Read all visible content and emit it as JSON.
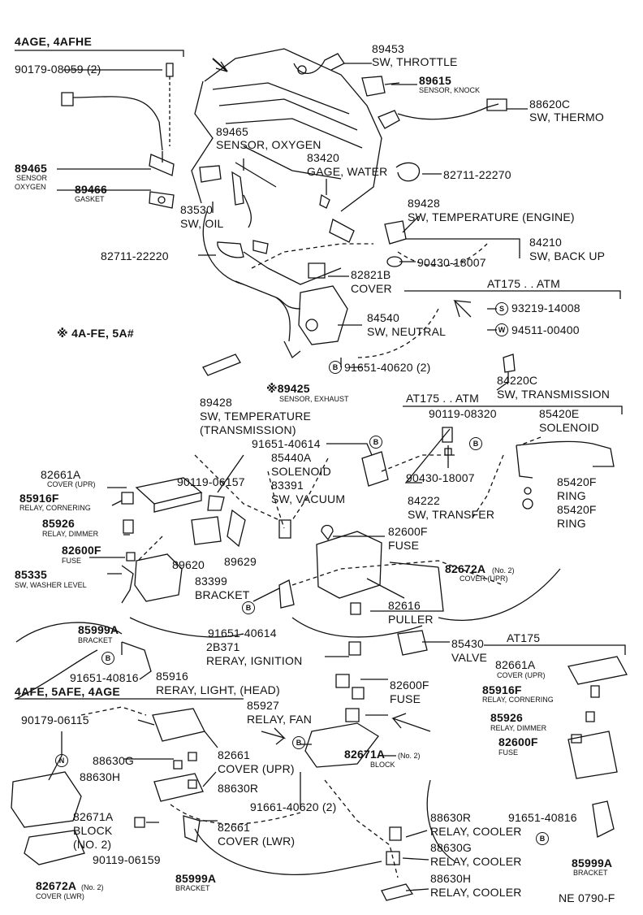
{
  "sections": {
    "s1": "4AGE, 4AFHE",
    "s2": "※ 4A-FE, 5A#",
    "s3": "AT175 . . ATM",
    "s4": "AT175 . . ATM",
    "s5": "AT175",
    "s6": "4AFE, 5AFE, 4AGE"
  },
  "markers": {
    "B": "B",
    "S": "S",
    "W": "W",
    "N": "N"
  },
  "labels": {
    "p89453": "89453",
    "p89453d": "SW, THROTTLE",
    "p89615": "89615",
    "p89615d": "SENSOR, KNOCK",
    "p88620c": "88620C",
    "p88620cd": "SW, THERMO",
    "p9017908059": "90179-08059 (2)",
    "p89465a": "89465",
    "p89465ad1": "SENSOR",
    "p89465ad2": "OXYGEN",
    "p89466": "89466",
    "p89466d": "GASKET",
    "p89465b": "89465",
    "p89465bd": "SENSOR, OXYGEN",
    "p83420": "83420",
    "p83420d": "GAGE, WATER",
    "p8271122270": "82711-22270",
    "p83530": "83530",
    "p83530d": "SW, OIL",
    "p89428a": "89428",
    "p89428ad": "SW, TEMPERATURE (ENGINE)",
    "p8271122220": "82711-22220",
    "p84210": "84210",
    "p84210d": "SW, BACK UP",
    "p9043018007a": "90430-18007",
    "p82821b": "82821B",
    "p82821bd": "COVER",
    "p9321914008": "93219-14008",
    "p84540": "84540",
    "p84540d": "SW, NEUTRAL",
    "p9451100400": "94511-00400",
    "p9165140620a": "91651-40620 (2)",
    "p84220c": "84220C",
    "p84220cd": "SW, TRANSMISSION",
    "p89425": "※89425",
    "p89425d": "SENSOR, EXHAUST",
    "p89428b": "89428",
    "p89428bd1": "SW, TEMPERATURE",
    "p89428bd2": "(TRANSMISSION)",
    "p9011908320": "90119-08320",
    "p85420e": "85420E",
    "p85420ed": "SOLENOID",
    "p9165140614a": "91651-40614",
    "p85440a": "85440A",
    "p85440ad": "SOLENOID",
    "p82661a1": "82661A",
    "p82661a1d": "COVER (UPR)",
    "p9011906157": "90119-06157",
    "p83391": "83391",
    "p83391d": "SW, VACUUM",
    "p9043018007b": "90430-18007",
    "p85916f1": "85916F",
    "p85916f1d": "RELAY, CORNERING",
    "p84222": "84222",
    "p84222d": "SW, TRANSFER",
    "p85420f1": "85420F",
    "p85420f1d": "RING",
    "p85420f2": "85420F",
    "p85420f2d": "RING",
    "p85926a": "85926",
    "p85926ad": "RELAY, DIMMER",
    "p82600f1": "82600F",
    "p82600f1d": "FUSE",
    "p82600f2": "82600F",
    "p82600f2d": "FUSE",
    "p89620": "89620",
    "p89629": "89629",
    "p85335": "85335",
    "p85335d": "SW, WASHER LEVEL",
    "p83399": "83399",
    "p83399d": "BRACKET",
    "p82672a1": "82672A",
    "p82672a1n": "(No. 2)",
    "p82672a1d": "COVER (UPR)",
    "p82616": "82616",
    "p82616d": "PULLER",
    "p85999a1": "85999A",
    "p85999a1d": "BRACKET",
    "p9165140614b": "91651-40614",
    "p2b371": "2B371",
    "p2b371d": "RERAY, IGNITION",
    "p85430": "85430",
    "p85430d": "VALVE",
    "p9165140816a": "91651-40816",
    "p85916": "85916",
    "p85916d": "RERAY, LIGHT, (HEAD)",
    "p82661a2": "82661A",
    "p82661a2d": "COVER (UPR)",
    "p82600f3": "82600F",
    "p82600f3d": "FUSE",
    "p85916f2": "85916F",
    "p85916f2d": "RELAY, CORNERING",
    "p85927": "85927",
    "p85927d": "RELAY, FAN",
    "p9017906115": "90179-06115",
    "p85926b": "85926",
    "p85926bd": "RELAY, DIMMER",
    "p82600f4": "82600F",
    "p82600f4d": "FUSE",
    "p88630g1": "88630G",
    "p82661a": "82661",
    "p82661ad": "COVER (UPR)",
    "p82671a1": "82671A",
    "p82671a1n": "(No. 2)",
    "p82671a1d": "BLOCK",
    "p88630h1": "88630H",
    "p88630r1": "88630R",
    "p9166140620": "91661-40620 (2)",
    "p82671a2": "82671A",
    "p82671a2d1": "BLOCK",
    "p82671a2d2": "(NO. 2)",
    "p82661b": "82661",
    "p82661bd": "COVER (LWR)",
    "p88630r2": "88630R",
    "p88630r2d": "RELAY, COOLER",
    "p9165140816b": "91651-40816",
    "p9011906159": "90119-06159",
    "p88630g2": "88630G",
    "p88630g2d": "RELAY, COOLER",
    "p82672a2": "82672A",
    "p82672a2n": "(No. 2)",
    "p82672a2d": "COVER (LWR)",
    "p85999a2": "85999A",
    "p85999a2d": "BRACKET",
    "p88630h2": "88630H",
    "p88630h2d": "RELAY, COOLER",
    "p85999a3": "85999A",
    "p85999a3d": "BRACKET",
    "ref": "NE 0790-F"
  }
}
